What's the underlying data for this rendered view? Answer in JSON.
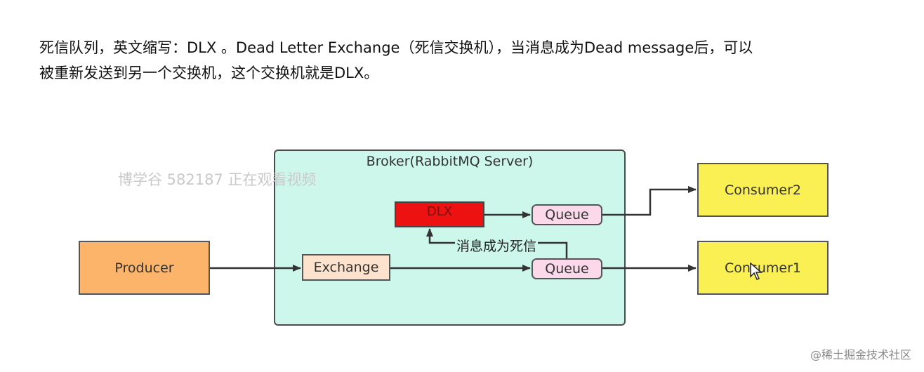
{
  "intro": {
    "line1": "死信队列，英文缩写：DLX  。Dead Letter Exchange（死信交换机），当消息成为Dead message后，可以",
    "line2": "被重新发送到另一个交换机，这个交换机就是DLX。"
  },
  "watermarks": {
    "top": "博学谷 582187 正在观看视频",
    "bottom": "@稀土掘金技术社区"
  },
  "diagram": {
    "broker_title": "Broker(RabbitMQ Server)",
    "producer": "Producer",
    "exchange": "Exchange",
    "dlx": "DLX",
    "queue_top": "Queue",
    "queue_bottom": "Queue",
    "dead_letter_label": "消息成为死信",
    "consumer2": "Consumer2",
    "consumer1": "Consumer1"
  },
  "colors": {
    "broker_fill": "#cdf7ea",
    "producer_fill": "#fbb46a",
    "consumer_fill": "#faf054",
    "exchange_fill": "#fde3cd",
    "dlx_fill": "#ee1111",
    "queue_fill": "#fbd9ea"
  }
}
